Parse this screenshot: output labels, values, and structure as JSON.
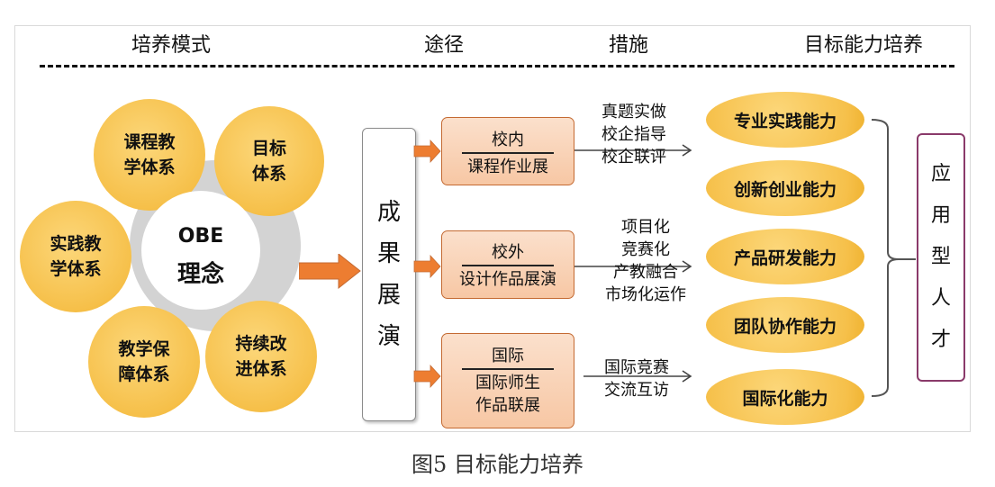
{
  "headers": [
    "培养模式",
    "途径",
    "措施",
    "目标能力培养"
  ],
  "center": {
    "line1": "OBE",
    "line2": "理念"
  },
  "petals": [
    "课程教\n学体系",
    "目标\n体系",
    "实践教\n学体系",
    "教学保\n障体系",
    "持续改\n进体系"
  ],
  "path_label": [
    "成",
    "果",
    "展",
    "演"
  ],
  "paths": [
    {
      "title": "校内",
      "sub": "课程作业展"
    },
    {
      "title": "校外",
      "sub": "设计作品展演"
    },
    {
      "title": "国际",
      "sub": "国际师生\n作品联展"
    }
  ],
  "measures": [
    "真题实做\n校企指导\n校企联评",
    "项目化\n竞赛化\n产教融合\n市场化运作",
    "国际竞赛\n交流互访"
  ],
  "abilities": [
    "专业实践能力",
    "创新创业能力",
    "产品研发能力",
    "团队协作能力",
    "国际化能力"
  ],
  "talent": [
    "应",
    "用",
    "型",
    "人",
    "才"
  ],
  "caption": "图5 目标能力培养",
  "colors": {
    "petal": "#f6c04a",
    "arrow": "#ed7d31",
    "box_border": "#c46a32",
    "talent_border": "#8a3a6a"
  }
}
